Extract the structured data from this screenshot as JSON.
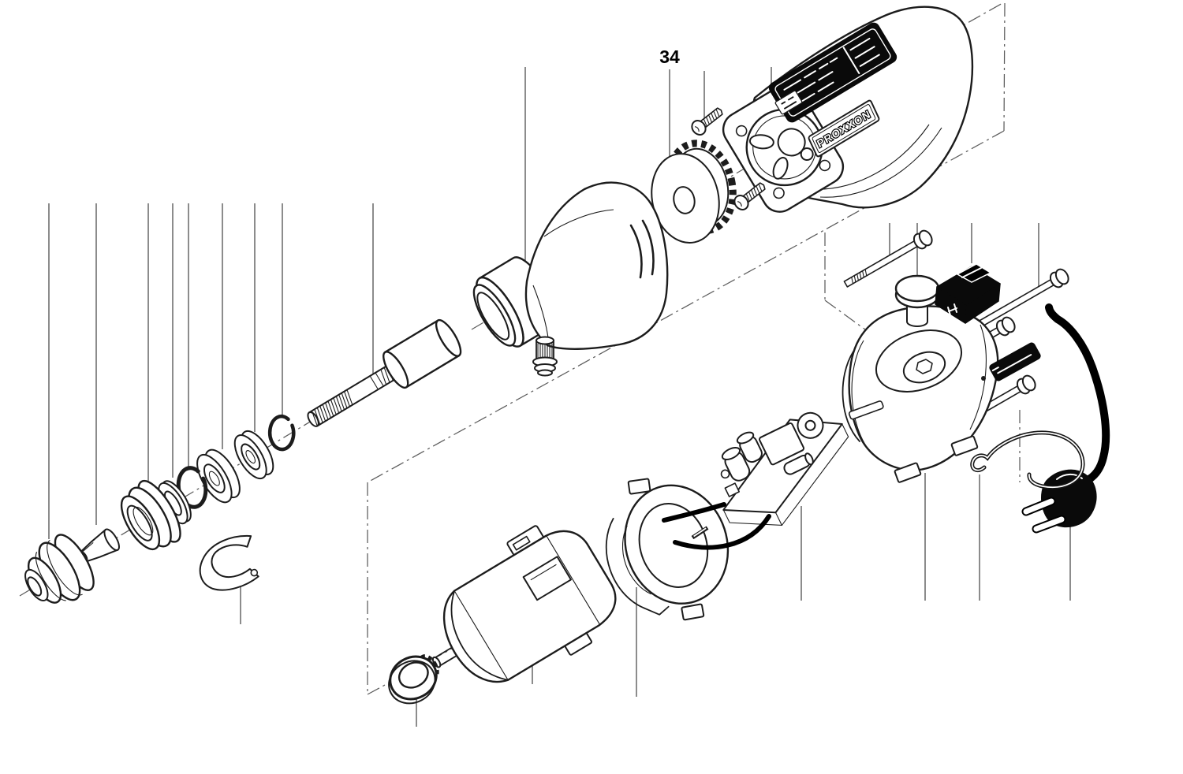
{
  "figure": {
    "kind": "exploded-parts-diagram",
    "callout_label": "34",
    "brand_text": "PROXXON"
  },
  "colors": {
    "background": "#ffffff",
    "line_color": "#1c1c1c",
    "construction_color": "#5c5c5c",
    "black_fill": "#0a0a0a"
  },
  "parts": [
    "collet-cap-nut",
    "collet",
    "spindle-front-nut",
    "shim-washer",
    "retaining-ring",
    "ball-bearing-front",
    "ball-bearing-rear",
    "shaft-retaining-ring",
    "spindle-shaft",
    "spacer-sleeve",
    "gear-head-housing",
    "lubrication-nipple",
    "fan-gear-wheel",
    "housing-screw-upper",
    "housing-screw-lower",
    "main-housing-shell",
    "rating-plate",
    "brand-plate",
    "motor-mount-housing",
    "spindle-lock-button",
    "rocker-switch",
    "housing-bolt-1",
    "housing-bolt-2",
    "housing-bolt-3",
    "housing-bolt-4",
    "cord-strain-relief",
    "power-cord-with-plug",
    "wire-retaining-clip",
    "circuit-board",
    "motor-clamp-ring",
    "dc-motor-with-pinion",
    "rubber-ring",
    "open-end-wrench"
  ]
}
